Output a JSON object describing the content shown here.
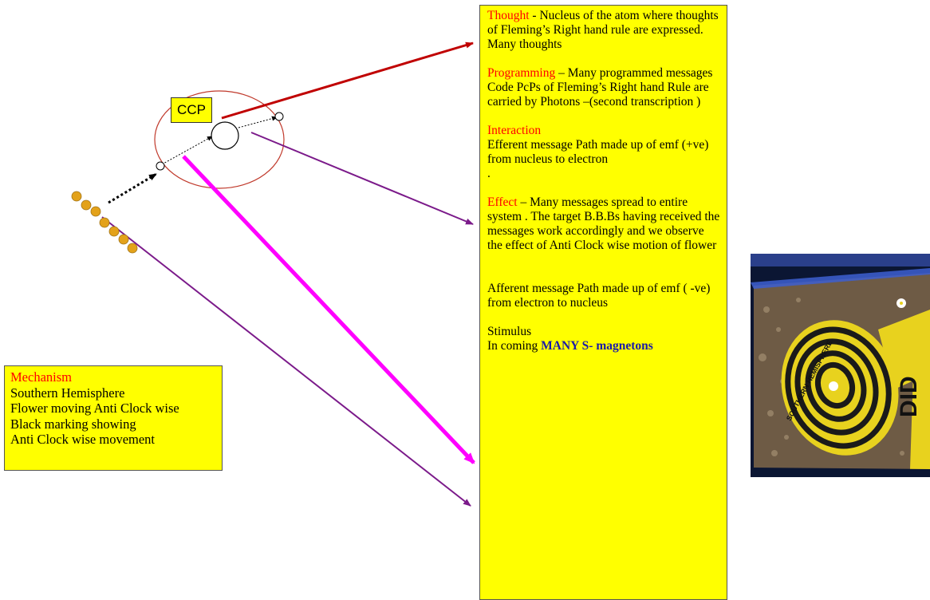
{
  "ccp_label": "CCP",
  "explain": {
    "thought_label": "Thought",
    "thought_text": " - Nucleus of the  atom where thoughts of Fleming’s Right hand rule are expressed. Many thoughts",
    "programming_label": "Programming",
    "programming_text": " – Many programmed messages Code PcPs of Fleming’s Right hand Rule are carried by  Photons –(second transcription )",
    "interaction_label": "Interaction",
    "interaction_text": "Efferent message  Path made up of emf (+ve) from nucleus to electron",
    "interaction_dot": ".",
    "effect_label": "Effect",
    "effect_text": " – Many messages spread to entire system . The target B.B.Bs having received the messages work accordingly and we observe the effect of Anti Clock wise motion of flower",
    "afferent_text": "Afferent message Path made up of emf ( -ve) from electron to nucleus",
    "stimulus_label": "Stimulus",
    "incoming_prefix": "In coming ",
    "incoming_bold": "MANY  S- magnetons"
  },
  "mechanism": {
    "title": "Mechanism",
    "line1": "Southern  Hemisphere",
    "line2": "Flower moving  Anti Clock wise",
    "line3": "Black marking  showing",
    "line4": "Anti Clock wise movement"
  },
  "photo": {
    "hemisphere_label": "SOUTHERN HEMISPHERE",
    "side_text": "DID"
  },
  "colors": {
    "box_yellow": "#ffff00",
    "label_red": "#ff0000",
    "arrow_red": "#c00000",
    "arrow_purple": "#7b1a8a",
    "arrow_magenta": "#ff00ff",
    "dot_orange": "#e3a21a",
    "bold_blue": "#1a1aa8"
  }
}
